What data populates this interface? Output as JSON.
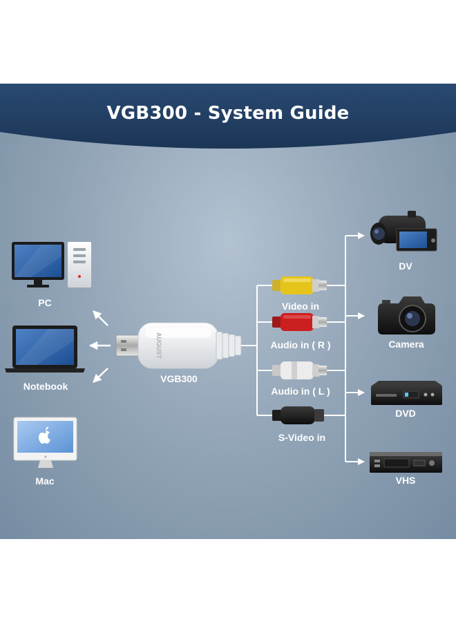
{
  "banner": {
    "title": "VGB300 - System Guide"
  },
  "computers": [
    {
      "label": "PC",
      "icon": "desktop-pc-icon"
    },
    {
      "label": "Notebook",
      "icon": "laptop-icon"
    },
    {
      "label": "Mac",
      "icon": "imac-icon"
    }
  ],
  "device": {
    "label": "VGB300",
    "icon": "usb-capture-adapter-icon",
    "brand_text": "AUGUST"
  },
  "inputs": [
    {
      "label": "Video in",
      "connector": "yellow-rca-plug-icon",
      "color": "#e6c51b"
    },
    {
      "label": "Audio in ( R )",
      "connector": "red-rca-plug-icon",
      "color": "#cc1f1f"
    },
    {
      "label": "Audio in ( L )",
      "connector": "white-rca-plug-icon",
      "color": "#ececec"
    },
    {
      "label": "S-Video in",
      "connector": "svideo-plug-icon",
      "color": "#333333"
    }
  ],
  "sources": [
    {
      "label": "DV",
      "icon": "camcorder-icon"
    },
    {
      "label": "Camera",
      "icon": "camera-icon"
    },
    {
      "label": "DVD",
      "icon": "dvd-player-icon"
    },
    {
      "label": "VHS",
      "icon": "vhs-player-icon"
    }
  ],
  "colors": {
    "banner": "#1f3c60",
    "panel": "#94a6b8",
    "text": "#ffffff",
    "lines": "#ffffff"
  }
}
